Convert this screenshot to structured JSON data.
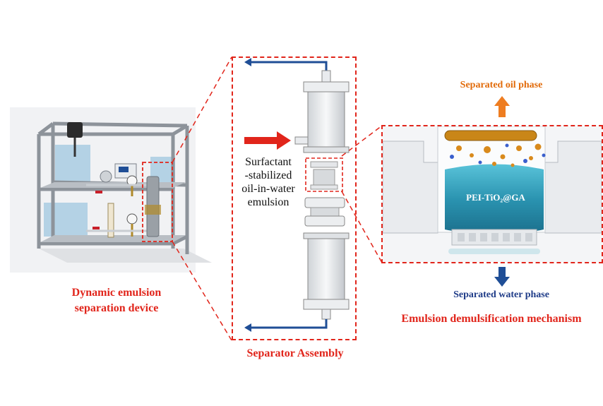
{
  "colors": {
    "dashed_border": "#e1251b",
    "flow_arrow": "#1f4e96",
    "inlet_arrow": "#e1251b",
    "oil_arrow": "#ee7d21",
    "water_arrow": "#1f4e96",
    "oil_label": "#e26b0a",
    "water_label": "#1f3c88",
    "label_red": "#e1251b",
    "membrane": "#2a93b0",
    "oil_droplet": "#d98a1c",
    "water_droplet": "#3a5fcd"
  },
  "labels": {
    "device": [
      "Dynamic emulsion",
      "separation device"
    ],
    "feed": [
      "Surfactant",
      "-stabilized",
      "oil-in-water",
      "emulsion"
    ],
    "assembly": "Separator Assembly",
    "oil_phase": "Separated oil phase",
    "water_phase": "Separated water phase",
    "mechanism": "Emulsion demulsification mechanism",
    "membrane": "PEI-TiO₂@GA"
  },
  "icons": {
    "device_render": "separation-rig-illustration",
    "separator": "separator-column-illustration",
    "mechanism": "membrane-mechanism-illustration"
  }
}
